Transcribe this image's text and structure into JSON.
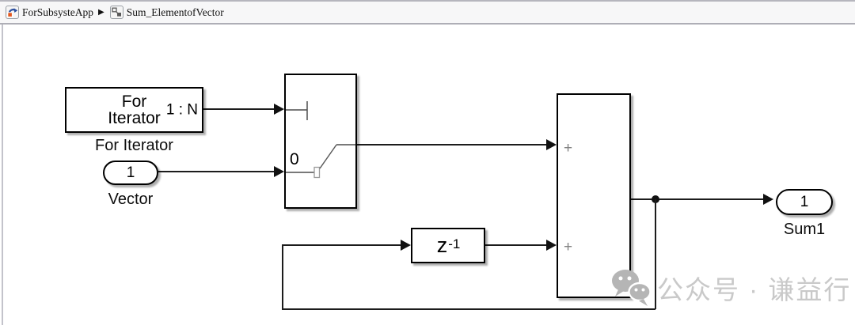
{
  "breadcrumb": {
    "separator": "▶",
    "items": [
      {
        "label": "ForSubsysteApp",
        "icon": "simulink-model-icon"
      },
      {
        "label": "Sum_ElementofVector",
        "icon": "subsystem-icon"
      }
    ]
  },
  "diagram": {
    "for_iterator_block": {
      "text_line1": "For",
      "text_line2": "Iterator",
      "output_port_label": "1 : N",
      "name_label": "For Iterator"
    },
    "vector_inport": {
      "port_number": "1",
      "name_label": "Vector"
    },
    "index_switch_block": {
      "default_input_label": "0"
    },
    "unit_delay_block": {
      "base": "z",
      "exponent": "-1"
    },
    "sum_block": {
      "input1_sign": "+",
      "input2_sign": "+"
    },
    "sum1_outport": {
      "port_number": "1",
      "name_label": "Sum1"
    }
  },
  "watermark": {
    "text": "公众号 · 谦益行"
  },
  "colors": {
    "block_border": "#000000",
    "wire": "#1c1c1c",
    "breadcrumb_bg": "#f7f7f8",
    "watermark_gray": "#c9c9c9",
    "model_icon_blue": "#2c4f9e",
    "model_icon_orange": "#e2571f"
  }
}
